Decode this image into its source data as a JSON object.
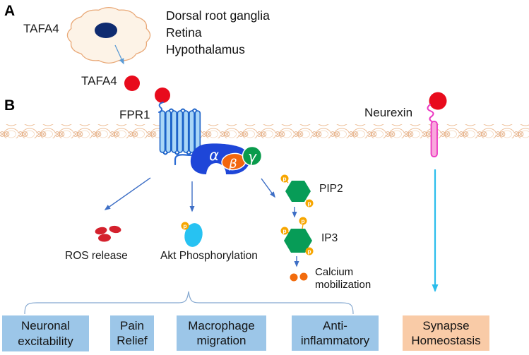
{
  "panel_a": {
    "label": "A",
    "cell_label": "TAFA4",
    "expression_sites": [
      "Dorsal root ganglia",
      "Retina",
      "Hypothalamus"
    ],
    "ligand_label": "TAFA4"
  },
  "panel_b": {
    "label": "B",
    "fpr1_label": "FPR1",
    "neurexin_label": "Neurexin",
    "g_protein": {
      "alpha": "α",
      "beta": "β",
      "gamma": "γ"
    },
    "phosphate": "p",
    "ros_label": "ROS release",
    "akt_label": "Akt Phosphorylation",
    "pip2_label": "PIP2",
    "ip3_label": "IP3",
    "calcium_label": "Calcium\nmobilization"
  },
  "outcomes": [
    {
      "label": "Neuronal\nexcitability",
      "type": "blue"
    },
    {
      "label": "Pain\nRelief",
      "type": "blue"
    },
    {
      "label": "Macrophage\nmigration",
      "type": "blue"
    },
    {
      "label": "Anti-\ninflammatory",
      "type": "blue"
    },
    {
      "label": "Synapse\nHomeostasis",
      "type": "orange"
    }
  ],
  "colors": {
    "tafa4_red": "#E80B1C",
    "receptor_fill": "#A9D6F7",
    "receptor_stroke": "#1B62C8",
    "g_alpha_blue": "#1E46D8",
    "g_beta_orange": "#F2660D",
    "g_gamma_green": "#0A9B4C",
    "hexagon_green": "#079C57",
    "phosphate_orange": "#F7A600",
    "akt_cyan": "#27C2F2",
    "ros_red": "#D4212D",
    "calcium_orange": "#F26B0D",
    "neurexin_pink": "#EC36C2",
    "membrane_tan": "#EDBE97",
    "outcome_blue": "#9CC6E8",
    "outcome_orange": "#F9CBA7",
    "arrow_blue": "#3E6FC6",
    "arrow_cyan": "#2BBDEC",
    "brace_blue": "#85A8D0"
  }
}
